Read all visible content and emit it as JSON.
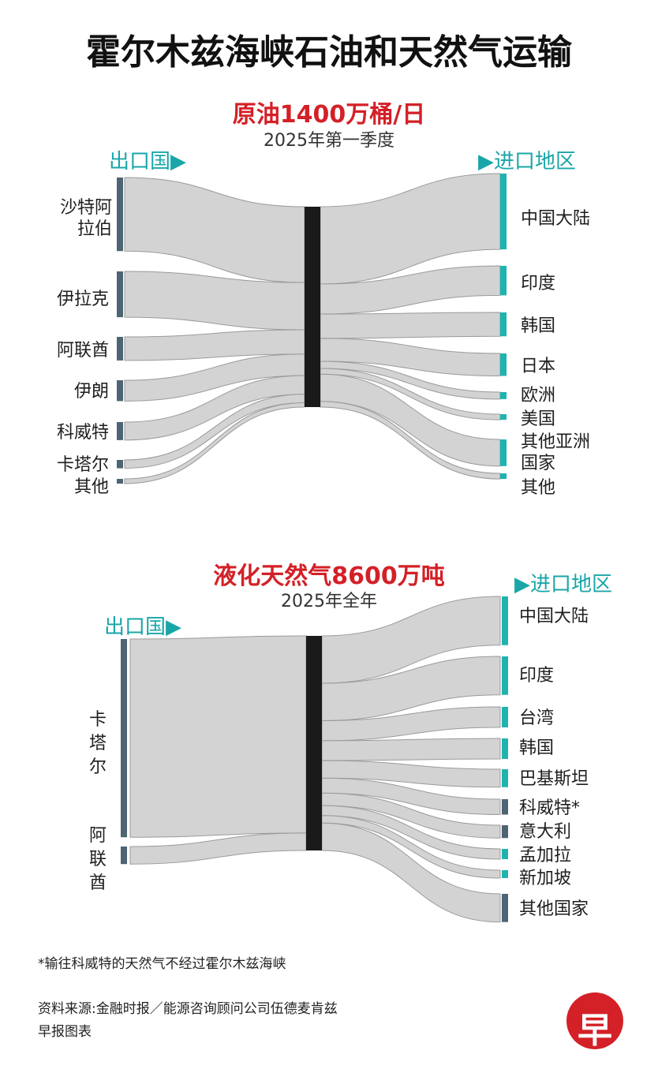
{
  "title": "霍尔木兹海峡石油和天然气运输",
  "crude": {
    "heading": "原油1400万桶/日",
    "period": "2025年第一季度",
    "export_header": "出口国▶",
    "import_header": "▶进口地区"
  },
  "lng": {
    "heading": "液化天然气8600万吨",
    "period": "2025年全年",
    "export_header": "出口国▶",
    "import_header": "▶进口地区"
  },
  "footnote": "*输往科威特的天然气不经过霍尔木兹海峡",
  "source": "资料来源:金融时报／能源咨询顾问公司伍德麦肯兹",
  "credit": "早报图表",
  "logo_text": "早",
  "colors": {
    "flow": "#d3d3d3",
    "flow_edge": "#9a9a9a",
    "strait": "#1a1a1a",
    "export_bar": "#4d6473",
    "import_bar": "#1fb3b0",
    "title_red": "#d42027",
    "header_teal": "#1aa6a8"
  },
  "chart_data": [
    {
      "type": "sankey",
      "title": "原油1400万桶/日",
      "subtitle": "2025年第一季度",
      "unit": "万桶/日",
      "sources": [
        {
          "name": "沙特阿拉伯",
          "value": 530
        },
        {
          "name": "伊拉克",
          "value": 330
        },
        {
          "name": "阿联酋",
          "value": 170
        },
        {
          "name": "伊朗",
          "value": 150
        },
        {
          "name": "科威特",
          "value": 130
        },
        {
          "name": "卡塔尔",
          "value": 60
        },
        {
          "name": "其他",
          "value": 30
        }
      ],
      "targets": [
        {
          "name": "中国大陆",
          "value": 540
        },
        {
          "name": "印度",
          "value": 210
        },
        {
          "name": "韩国",
          "value": 170
        },
        {
          "name": "日本",
          "value": 160
        },
        {
          "name": "欧洲",
          "value": 50
        },
        {
          "name": "美国",
          "value": 40
        },
        {
          "name": "其他亚洲国家",
          "value": 190
        },
        {
          "name": "其他",
          "value": 40
        }
      ]
    },
    {
      "type": "sankey",
      "title": "液化天然气8600万吨",
      "subtitle": "2025年全年",
      "unit": "万吨",
      "sources": [
        {
          "name": "卡塔尔",
          "value": 7900
        },
        {
          "name": "阿联酋",
          "value": 700
        }
      ],
      "targets": [
        {
          "name": "中国大陆",
          "value": 1900
        },
        {
          "name": "印度",
          "value": 1500
        },
        {
          "name": "台湾",
          "value": 800
        },
        {
          "name": "韩国",
          "value": 800
        },
        {
          "name": "巴基斯坦",
          "value": 700
        },
        {
          "name": "科威特*",
          "value": 600
        },
        {
          "name": "意大利",
          "value": 500
        },
        {
          "name": "孟加拉",
          "value": 400
        },
        {
          "name": "新加坡",
          "value": 300
        },
        {
          "name": "其他国家",
          "value": 1100
        }
      ]
    }
  ]
}
